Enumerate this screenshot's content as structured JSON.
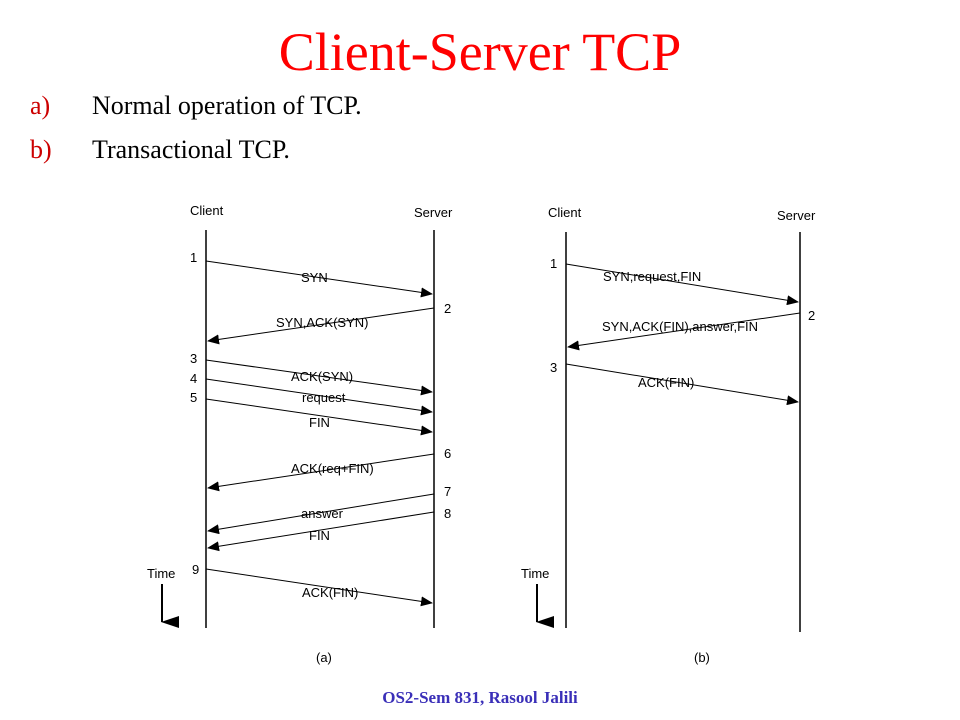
{
  "slide": {
    "title": "Client-Server TCP",
    "bullets": [
      {
        "marker": "a)",
        "text": "Normal operation of TCP."
      },
      {
        "marker": "b)",
        "text": "Transactional TCP."
      }
    ],
    "footer": "OS2-Sem 831, Rasool Jalili"
  },
  "colors": {
    "title": "#ff0000",
    "bullet_marker": "#cc0000",
    "footer": "#3a2fb8",
    "diagram_lines": "#000000"
  },
  "diagram_a": {
    "client_label": "Client",
    "server_label": "Server",
    "time_label": "Time",
    "caption": "(a)",
    "steps": [
      "1",
      "2",
      "3",
      "4",
      "5",
      "6",
      "7",
      "8",
      "9"
    ],
    "messages": [
      "SYN",
      "SYN,ACK(SYN)",
      "ACK(SYN)",
      "request",
      "FIN",
      "ACK(req+FIN)",
      "answer",
      "FIN",
      "ACK(FIN)"
    ]
  },
  "diagram_b": {
    "client_label": "Client",
    "server_label": "Server",
    "time_label": "Time",
    "caption": "(b)",
    "steps": [
      "1",
      "2",
      "3"
    ],
    "messages": [
      "SYN,request,FIN",
      "SYN,ACK(FIN),answer,FIN",
      "ACK(FIN)"
    ]
  }
}
